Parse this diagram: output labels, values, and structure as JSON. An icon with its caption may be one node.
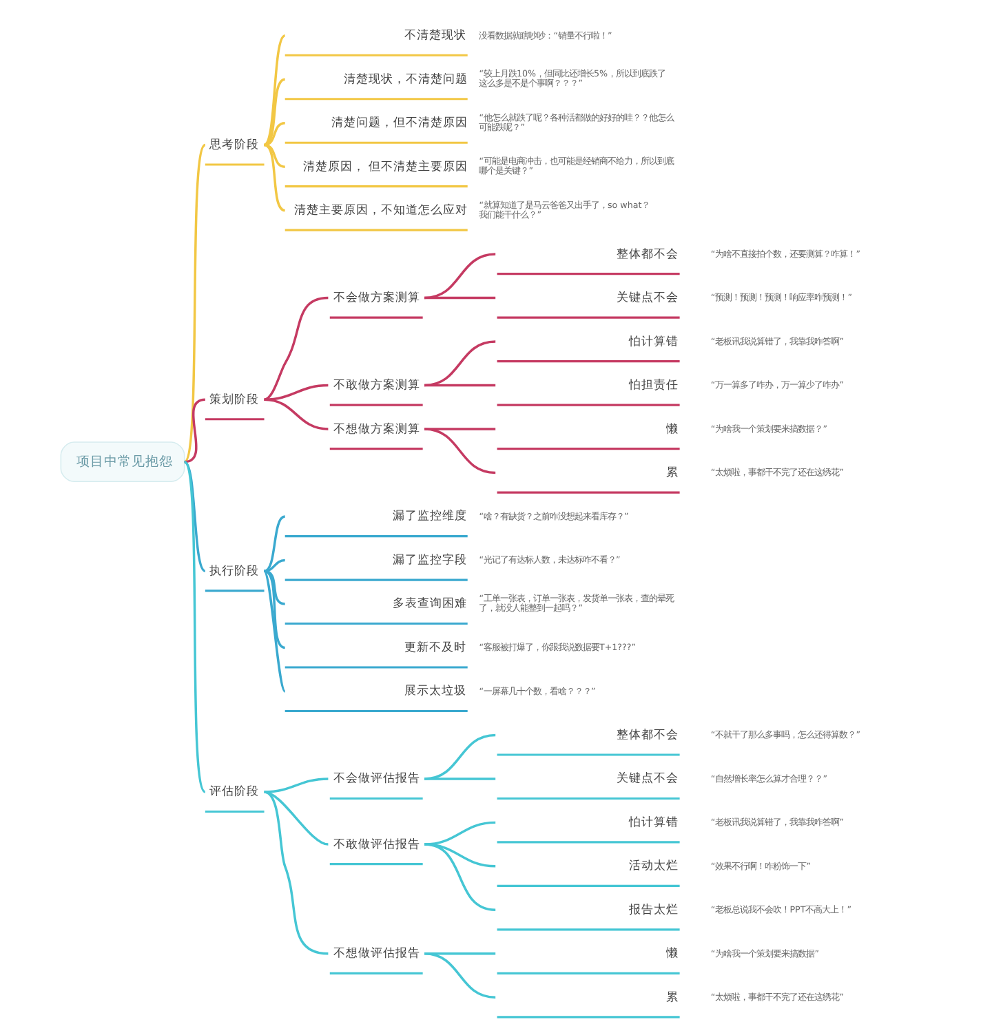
{
  "diagram": {
    "nodes": [
      {
        "text": [
          "项目中常见抱怨"
        ]
      },
      {
        "text": [
          "思考阶段"
        ]
      },
      {
        "text": [
          "不清楚现状"
        ],
        "beside": [
          "没看数据就瞎吵吵：“销量不行啦！”"
        ]
      },
      {
        "text": [
          "清楚现状，不清楚问题"
        ],
        "beside": [
          "“较上月跌10%，但同比还增长5%，所以到底跌了这么多是不是个事啊？？？”"
        ]
      },
      {
        "text": [
          "清楚问题，但不清楚原因"
        ],
        "beside": [
          "“他怎么就跌了呢？各种活都做的好好的哇？？他怎么可能跌呢？”"
        ]
      },
      {
        "text": [
          "清楚原因， 但不清楚主要原因"
        ],
        "beside": [
          "“可能是电商冲击，也可能是经销商不给力，所以到底哪个是关键？”"
        ]
      },
      {
        "text": [
          "清楚主要原因，不知道怎么应对"
        ],
        "beside": [
          "“就算知道了是马云爸爸又出手了，so what？我们能干什么？”"
        ]
      },
      {
        "text": [
          "策划阶段"
        ]
      },
      {
        "text": [
          "不会做方案测算"
        ]
      },
      {
        "text": [
          "整体都不会"
        ],
        "beside": [
          "“为啥不直接拍个数，还要测算？咋算！”"
        ]
      },
      {
        "text": [
          "关键点不会"
        ],
        "beside": [
          "“预测！预测！预测！响应率咋预测！”"
        ]
      },
      {
        "text": [
          "不敢做方案测算"
        ]
      },
      {
        "text": [
          "怕计算错"
        ],
        "beside": [
          "“老板讯我说算错了，我靠我咋答啊”"
        ]
      },
      {
        "text": [
          "怕担责任"
        ],
        "beside": [
          "“万一算多了咋办，万一算少了咋办”"
        ]
      },
      {
        "text": [
          "不想做方案测算"
        ]
      },
      {
        "text": [
          "懒"
        ],
        "beside": [
          "“为啥我一个策划要来搞数据？”"
        ]
      },
      {
        "text": [
          "累"
        ],
        "beside": [
          "“太烦啦，事都干不完了还在这绣花”"
        ]
      },
      {
        "text": [
          "执行阶段"
        ]
      },
      {
        "text": [
          "漏了监控维度"
        ],
        "beside": [
          "“啥？有缺货？之前咋没想起来看库存？”"
        ]
      },
      {
        "text": [
          "漏了监控字段"
        ],
        "beside": [
          "“光记了有达标人数，未达标咋不看？”"
        ]
      },
      {
        "text": [
          "多表查询困难"
        ],
        "beside": [
          "“工单一张表，订单一张表，发货单一张表，查的晕死了，就没人能整到一起吗？”"
        ]
      },
      {
        "text": [
          "更新不及时"
        ],
        "beside": [
          "“客服被打爆了，你跟我说数据要T+1???”"
        ]
      },
      {
        "text": [
          "展示太垃圾"
        ],
        "beside": [
          "“一屏幕几十个数，看啥？？？”"
        ]
      },
      {
        "text": [
          "评估阶段"
        ]
      },
      {
        "text": [
          "不会做评估报告"
        ]
      },
      {
        "text": [
          "整体都不会"
        ],
        "beside": [
          "“不就干了那么多事吗，怎么还得算数？”"
        ]
      },
      {
        "text": [
          "关键点不会"
        ],
        "beside": [
          "“自然增长率怎么算才合理？？”"
        ]
      },
      {
        "text": [
          "不敢做评估报告"
        ]
      },
      {
        "text": [
          "怕计算错"
        ],
        "beside": [
          "“老板讯我说算错了，我靠我咋答啊”"
        ]
      },
      {
        "text": [
          "活动太烂"
        ],
        "beside": [
          "“效果不行啊！咋粉饰一下”"
        ]
      },
      {
        "text": [
          "报告太烂"
        ],
        "beside": [
          "“老板总说我不会吹！PPT不高大上！”"
        ]
      },
      {
        "text": [
          "不想做评估报告"
        ]
      },
      {
        "text": [
          "懒"
        ],
        "beside": [
          "“为啥我一个策划要来搞数据”"
        ]
      },
      {
        "text": [
          "累"
        ],
        "beside": [
          "“太烦啦，事都干不完了还在这绣花”"
        ]
      }
    ],
    "edges": [
      {
        "from": 0,
        "to": 1,
        "arrow": "none",
        "color": "#f2c744"
      },
      {
        "from": 1,
        "to": 2,
        "arrow": "none",
        "color": "#f2c744"
      },
      {
        "from": 1,
        "to": 3,
        "arrow": "none",
        "color": "#f2c744"
      },
      {
        "from": 1,
        "to": 4,
        "arrow": "none",
        "color": "#f2c744"
      },
      {
        "from": 1,
        "to": 5,
        "arrow": "none",
        "color": "#f2c744"
      },
      {
        "from": 1,
        "to": 6,
        "arrow": "none",
        "color": "#f2c744"
      },
      {
        "from": 0,
        "to": 7,
        "arrow": "none",
        "color": "#c53a62"
      },
      {
        "from": 7,
        "to": 8,
        "arrow": "none",
        "color": "#c53a62"
      },
      {
        "from": 8,
        "to": 9,
        "arrow": "none",
        "color": "#c53a62"
      },
      {
        "from": 8,
        "to": 10,
        "arrow": "none",
        "color": "#c53a62"
      },
      {
        "from": 7,
        "to": 11,
        "arrow": "none",
        "color": "#c53a62"
      },
      {
        "from": 11,
        "to": 12,
        "arrow": "none",
        "color": "#c53a62"
      },
      {
        "from": 11,
        "to": 13,
        "arrow": "none",
        "color": "#c53a62"
      },
      {
        "from": 7,
        "to": 14,
        "arrow": "none",
        "color": "#c53a62"
      },
      {
        "from": 14,
        "to": 15,
        "arrow": "none",
        "color": "#c53a62"
      },
      {
        "from": 14,
        "to": 16,
        "arrow": "none",
        "color": "#c53a62"
      },
      {
        "from": 0,
        "to": 17,
        "arrow": "none",
        "color": "#3aa9cf"
      },
      {
        "from": 17,
        "to": 18,
        "arrow": "none",
        "color": "#3aa9cf"
      },
      {
        "from": 17,
        "to": 19,
        "arrow": "none",
        "color": "#3aa9cf"
      },
      {
        "from": 17,
        "to": 20,
        "arrow": "none",
        "color": "#3aa9cf"
      },
      {
        "from": 17,
        "to": 21,
        "arrow": "none",
        "color": "#3aa9cf"
      },
      {
        "from": 17,
        "to": 22,
        "arrow": "none",
        "color": "#3aa9cf"
      },
      {
        "from": 0,
        "to": 23,
        "arrow": "none",
        "color": "#45c6d4"
      },
      {
        "from": 23,
        "to": 24,
        "arrow": "none",
        "color": "#45c6d4"
      },
      {
        "from": 24,
        "to": 25,
        "arrow": "none",
        "color": "#45c6d4"
      },
      {
        "from": 24,
        "to": 26,
        "arrow": "none",
        "color": "#45c6d4"
      },
      {
        "from": 23,
        "to": 27,
        "arrow": "none",
        "color": "#45c6d4"
      },
      {
        "from": 27,
        "to": 28,
        "arrow": "none",
        "color": "#45c6d4"
      },
      {
        "from": 27,
        "to": 29,
        "arrow": "none",
        "color": "#45c6d4"
      },
      {
        "from": 27,
        "to": 30,
        "arrow": "none",
        "color": "#45c6d4"
      },
      {
        "from": 23,
        "to": 31,
        "arrow": "none",
        "color": "#45c6d4"
      },
      {
        "from": 31,
        "to": 32,
        "arrow": "none",
        "color": "#45c6d4"
      },
      {
        "from": 31,
        "to": 33,
        "arrow": "none",
        "color": "#45c6d4"
      }
    ]
  }
}
